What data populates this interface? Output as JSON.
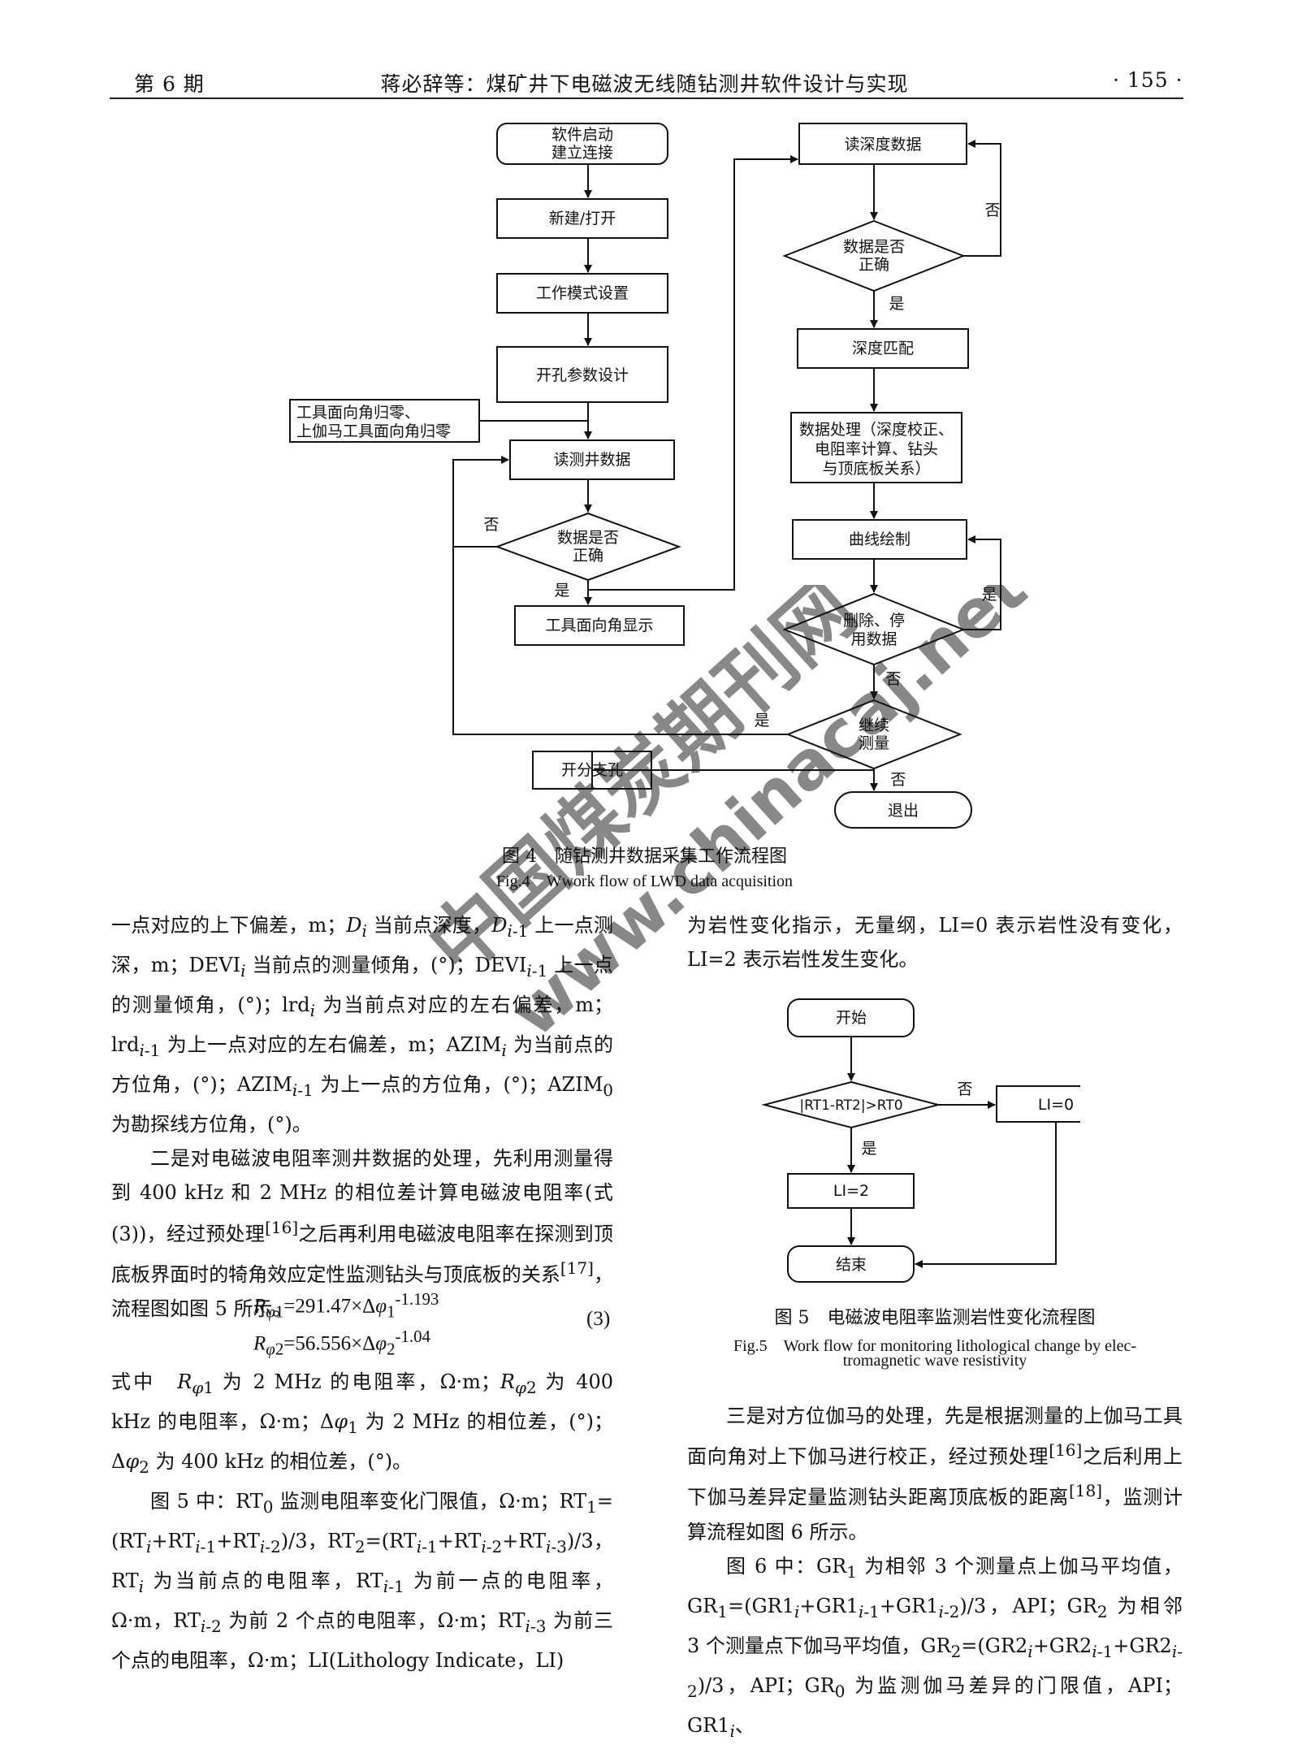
{
  "header": {
    "left": "第 6 期",
    "center": "蒋必辞等：煤矿井下电磁波无线随钻测井软件设计与实现",
    "right": "· 155 ·"
  },
  "fig4": {
    "nodes": {
      "start": [
        "软件启动",
        "建立连接"
      ],
      "new_open": "新建/打开",
      "work_mode": "工作模式设置",
      "hole_params": "开孔参数设计",
      "zeroing": [
        "工具面向角归零、",
        "上伽马工具面向角归零"
      ],
      "read_log": "读测井数据",
      "check1": [
        "数据是否",
        "正确"
      ],
      "toolface": "工具面向角显示",
      "branch_hole": "开分支孔",
      "read_depth": "读深度数据",
      "check2": [
        "数据是否",
        "正确"
      ],
      "depth_match": "深度匹配",
      "process": [
        "数据处理（深度校正、",
        "电阻率计算、钻头",
        "与顶底板关系）"
      ],
      "plot": "曲线绘制",
      "delete": [
        "删除、停",
        "用数据"
      ],
      "continue": [
        "继续",
        "测量"
      ],
      "exit": "退出"
    },
    "labels": {
      "yes": "是",
      "no": "否"
    },
    "caption_cn": "图 4　随钻测井数据采集工作流程图",
    "caption_en": "Fig.4　Wwork flow of LWD data acquisition"
  },
  "fig5": {
    "nodes": {
      "start": "开始",
      "cond": "|RT1-RT2|>RT0",
      "li0": "LI=0",
      "li2": "LI=2",
      "end": "结束"
    },
    "labels": {
      "yes": "是",
      "no": "否"
    },
    "caption_cn": "图 5　电磁波电阻率监测岩性变化流程图",
    "caption_en_1": "Fig.5　Work flow for monitoring lithological change by elec-",
    "caption_en_2": "tromagnetic wave resistivity"
  },
  "watermark": [
    "中国煤炭期刊网",
    "www.chinacaj.net"
  ],
  "equation": {
    "number": "(3)"
  }
}
